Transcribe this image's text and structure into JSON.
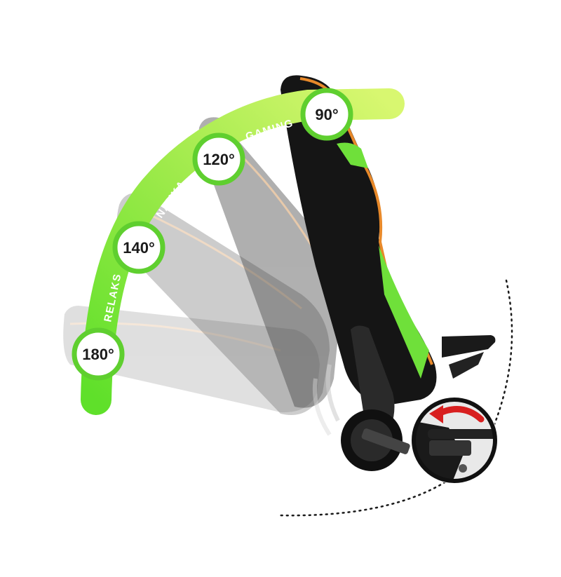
{
  "colors": {
    "accent_green": "#6fe03a",
    "light_green": "#cdf56a",
    "badge_ring": "#5fcf2f",
    "chair_black": "#151515",
    "piping_orange": "#e8892a",
    "arrow_red": "#d81f1f"
  },
  "positions": [
    {
      "angle": "90°",
      "mode": "GAMING"
    },
    {
      "angle": "120°",
      "mode": "NAUKA"
    },
    {
      "angle": "140°",
      "mode": "RELAKS"
    },
    {
      "angle": "180°",
      "mode": ""
    }
  ],
  "icons": {
    "lever_arrow": "rotate-arrow-icon",
    "recline_lever": "lever-icon"
  }
}
